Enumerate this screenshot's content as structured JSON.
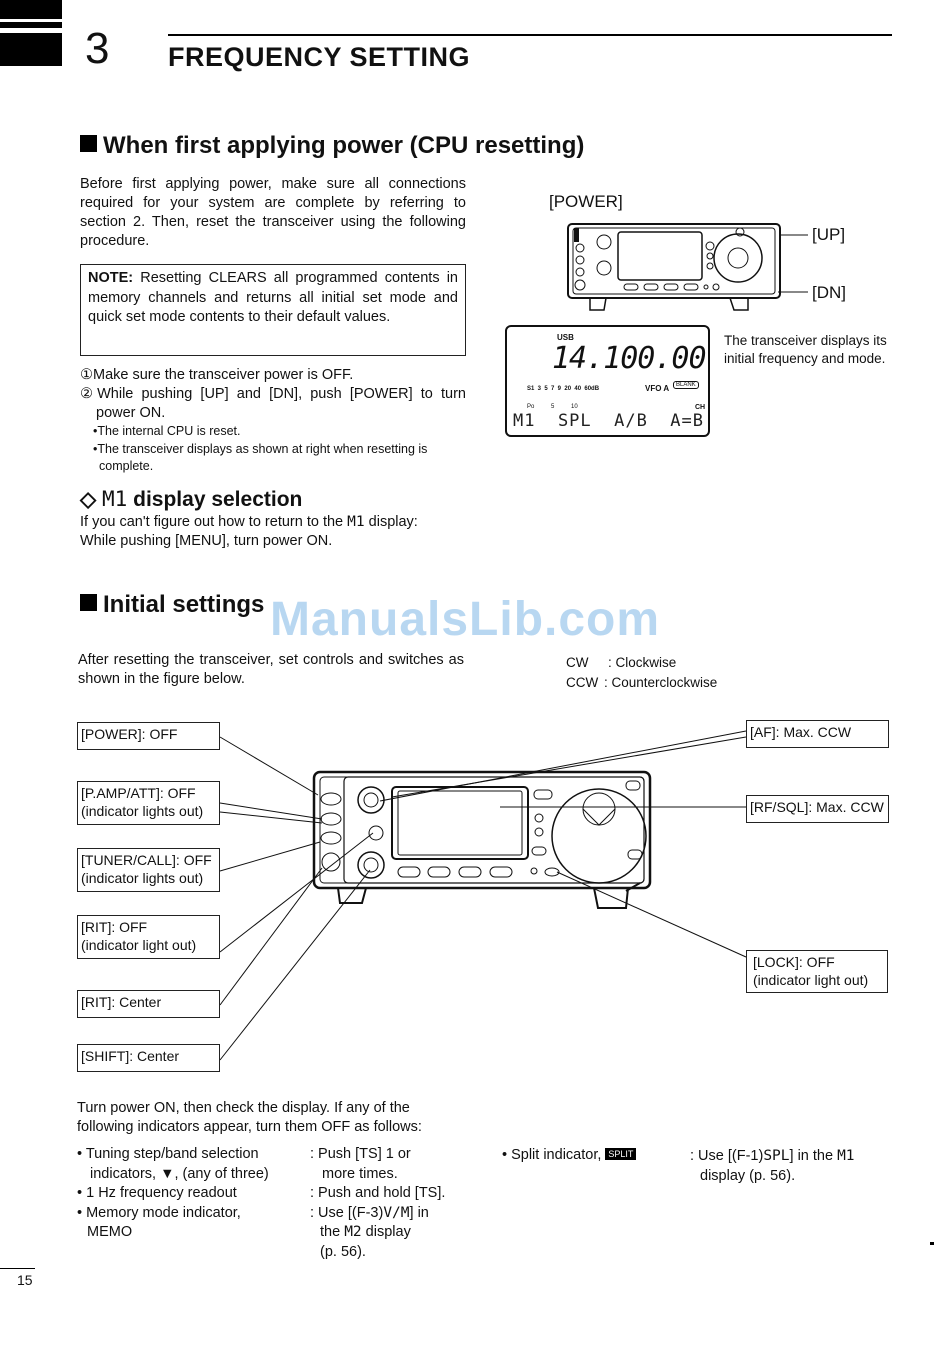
{
  "chapter": {
    "number": "3",
    "title": "FREQUENCY SETTING"
  },
  "section1": {
    "heading": "When first applying power (CPU resetting)",
    "intro": "Before first applying power, make sure all connections required for your system are complete by referring to section 2. Then, reset the transceiver using the following procedure.",
    "note_label": "NOTE:",
    "note_text": " Resetting CLEARS all programmed contents in memory channels and returns all initial set mode and quick set mode contents to their default values.",
    "step1": "①Make sure the transceiver power is OFF.",
    "step2": "②While pushing [UP] and [DN], push [POWER] to turn power ON.",
    "bullet1": "•The internal CPU is reset.",
    "bullet2": "•The transceiver displays as shown at right when resetting is complete.",
    "sub_heading_prefix": "◇",
    "sub_heading_m": "M1",
    "sub_heading_text": " display selection",
    "sub_para_1": "If you can't figure out how to return to the ",
    "sub_para_m": "M1",
    "sub_para_2": " display:",
    "sub_para_3": "While pushing [MENU], turn power ON.",
    "fig_labels": {
      "power": "[POWER]",
      "up": "[UP]",
      "dn": "[DN]"
    },
    "display": {
      "mode": "USB",
      "freq": "14.100.00",
      "scale": "S1  3  5  7  9  20  40  60dB",
      "vfo": "VFO A",
      "blank": "BLANK",
      "po_scale": "Po          5          10",
      "ch": "CH",
      "menu": "M1  SPL  A/B  A=B"
    },
    "display_caption": "The transceiver displays its initial frequency and mode."
  },
  "section2": {
    "heading": "Initial settings",
    "intro": "After resetting the transceiver, set controls and switches as shown in the figure below.",
    "legend": [
      {
        "abbr": "CW",
        "text": ": Clockwise"
      },
      {
        "abbr": "CCW",
        "text": ": Counterclockwise"
      }
    ],
    "left_boxes": [
      {
        "line1": "[POWER]: OFF",
        "line2": ""
      },
      {
        "line1": "[P.AMP/ATT]: OFF",
        "line2": "(indicator lights out)"
      },
      {
        "line1": "[TUNER/CALL]: OFF",
        "line2": "(indicator lights out)"
      },
      {
        "line1": "[RIT]: OFF",
        "line2": "(indicator light out)"
      },
      {
        "line1": "[RIT]: Center",
        "line2": ""
      },
      {
        "line1": "[SHIFT]: Center",
        "line2": ""
      }
    ],
    "right_boxes": [
      {
        "line1": "[AF]: Max. CCW",
        "line2": ""
      },
      {
        "line1": "[RF/SQL]: Max. CCW",
        "line2": ""
      },
      {
        "line1": "[LOCK]: OFF",
        "line2": "(indicator light out)"
      }
    ],
    "check_intro": "Turn power ON, then check the display. If any of the following indicators appear, turn them OFF as follows:",
    "items": [
      {
        "left1": "• Tuning step/band selection",
        "left2": "indicators, ▼, (any of three)",
        "right1": ": Push [TS] 1 or",
        "right2": "more times."
      },
      {
        "left1": "• 1 Hz frequency readout",
        "left2": "",
        "right1": ": Push and hold [TS].",
        "right2": ""
      },
      {
        "left1": "• Memory mode indicator,",
        "left2": "MEMO",
        "right1": ": Use [(F-3)",
        "right_seg": "V/M",
        "right1b": "] in",
        "right2": "the ",
        "right2_seg": "M2",
        "right2b": " display",
        "right3": "(p. 56)."
      }
    ],
    "split_item": {
      "left": "• Split indicator, ",
      "badge": "SPLIT",
      "right1": ": Use [(F-1)",
      "right_seg": "SPL",
      "right1b": "] in the ",
      "right1_m": "M1",
      "right2": "display (p. 56)."
    }
  },
  "watermark": "ManualsLib.com",
  "page_number": "15"
}
